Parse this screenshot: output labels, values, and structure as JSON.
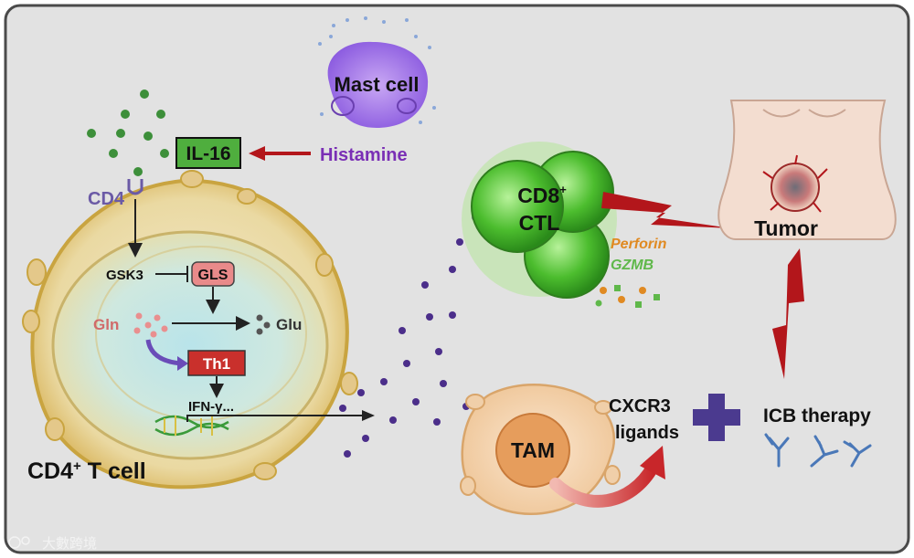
{
  "labels": {
    "mast_cell": "Mast cell",
    "histamine": "Histamine",
    "il16": "IL-16",
    "cd4": "CD4",
    "gsk3": "GSK3",
    "gls": "GLS",
    "gln": "Gln",
    "glu": "Glu",
    "th1": "Th1",
    "ifn": "IFN-γ...",
    "cd4_tcell": "CD4",
    "cd4_tcell_sup": "+",
    "cd4_tcell_rest": " T cell",
    "cd8_line1": "CD8",
    "cd8_sup": "+",
    "cd8_line2": "CTL",
    "perforin": "Perforin",
    "gzmb": "GZMB",
    "tumor": "Tumor",
    "tam": "TAM",
    "cxcr3_line1": "CXCR3",
    "cxcr3_line2": "ligands",
    "icb": "ICB therapy",
    "watermark": "大數跨境"
  },
  "colors": {
    "histamine": "#7a2fb5",
    "il16_fill": "#4fae3e",
    "arrow_red": "#b3161b",
    "gls_fill": "#e98a8a",
    "th1_fill": "#c9302c",
    "cd4_purple": "#6b5aa6",
    "perforin": "#e08a22",
    "gzmb": "#5fb84a",
    "plus": "#4b3a8f",
    "antibody": "#4a78b8"
  }
}
